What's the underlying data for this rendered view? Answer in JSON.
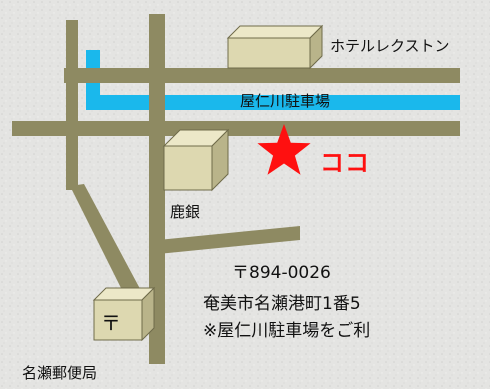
{
  "labels": {
    "hotel": "ホテルレクストン",
    "parking": "屋仁川駐車場",
    "here": "ココ",
    "bank": "鹿銀",
    "post_office": "名瀬郵便局"
  },
  "address": {
    "postal_code": "〒894-0026",
    "street": "奄美市名瀬港町1番5",
    "note": "※屋仁川駐車場をご利"
  },
  "icons": {
    "post_office_mark": "〒"
  },
  "colors": {
    "background": "#e4e4e2",
    "road": "#8e8a62",
    "river": "#1ab8ec",
    "building_front": "#ddd8b0",
    "building_side": "#b9b48a",
    "building_top": "#ece8c8",
    "marker": "#ff1010"
  }
}
